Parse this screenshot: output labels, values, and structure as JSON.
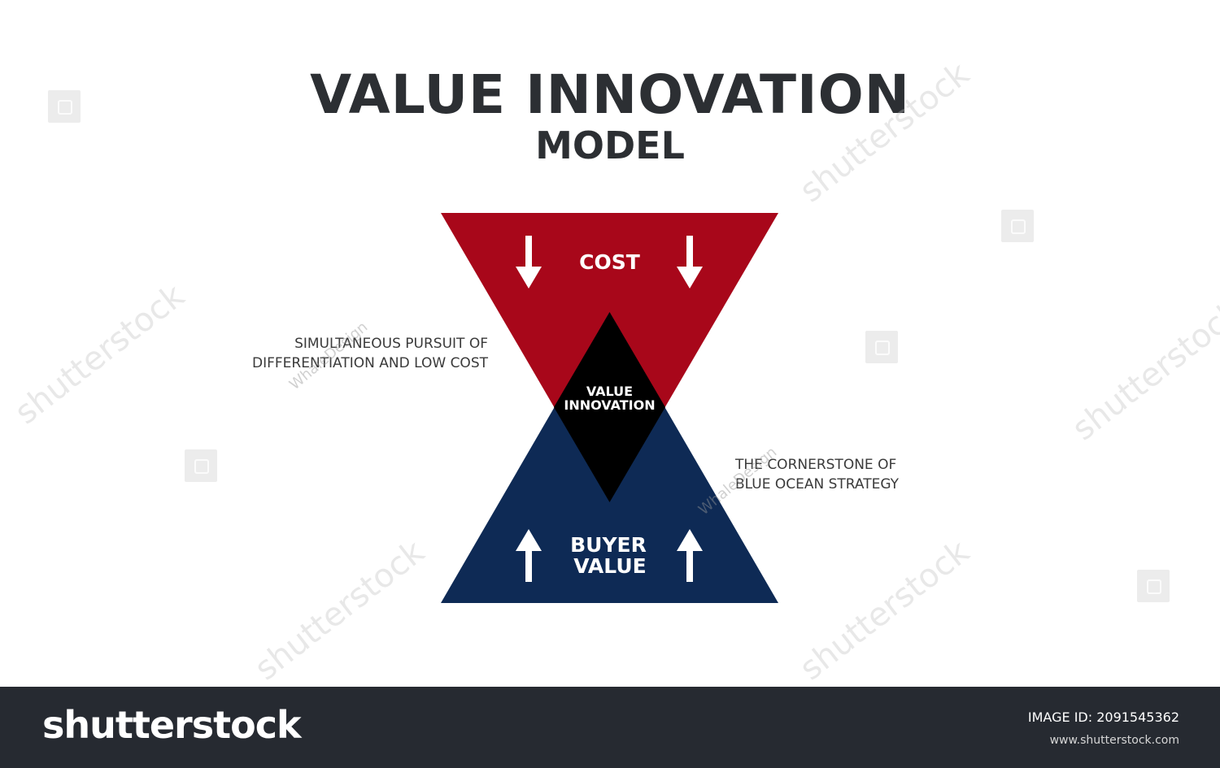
{
  "title": "VALUE INNOVATION",
  "subtitle": "MODEL",
  "diagram": {
    "top_label": "COST",
    "center_label_line1": "VALUE",
    "center_label_line2": "INNOVATION",
    "bottom_label_line1": "BUYER",
    "bottom_label_line2": "VALUE",
    "left_note_line1": "SIMULTANEOUS PURSUIT OF",
    "left_note_line2": "DIFFERENTIATION AND LOW COST",
    "right_note_line1": "THE CORNERSTONE OF",
    "right_note_line2": "BLUE OCEAN STRATEGY",
    "colors": {
      "cost": "#a8071a",
      "buyer_value": "#0e2a55",
      "value_innovation": "#000000"
    },
    "icons": [
      "arrow-down-icon",
      "arrow-down-icon",
      "arrow-up-icon",
      "arrow-up-icon"
    ]
  },
  "watermark": {
    "text": "shutterstock",
    "author": "WhaleDesign"
  },
  "footer": {
    "brand": "shutterstock",
    "image_id": "IMAGE ID: 2091545362",
    "url": "www.shutterstock.com"
  }
}
